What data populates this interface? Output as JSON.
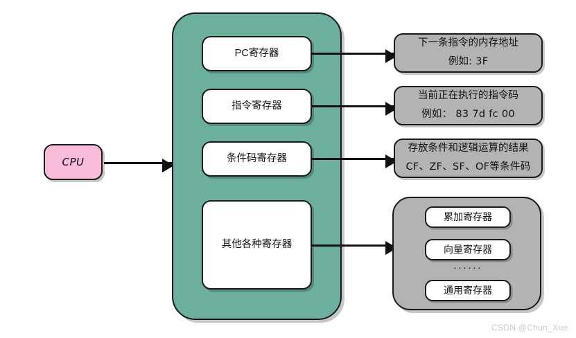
{
  "diagram": {
    "title": "CPU registers diagram",
    "watermark": "CSDN @Chun_Xue",
    "colors": {
      "teal": "#6DAF9E",
      "pink": "#F8BBD8",
      "gray": "#B3B3B3",
      "white": "#FFFFFF",
      "stroke": "#1A1A1A",
      "watermark": "#C9C9C9"
    },
    "cpu": {
      "label": "CPU"
    },
    "registers": [
      {
        "label": "PC寄存器"
      },
      {
        "label": "指令寄存器"
      },
      {
        "label": "条件码寄存器"
      },
      {
        "label": "其他各种寄存器"
      }
    ],
    "descriptions": [
      {
        "line1": "下一条指令的内存地址",
        "line2": "例如: 3F"
      },
      {
        "line1": "当前正在执行的指令码",
        "line2": "例如： 83 7d fc 00"
      },
      {
        "line1": "存放条件和逻辑运算的结果",
        "line2": "CF、ZF、SF、OF等条件码"
      }
    ],
    "other_registers_group": {
      "items": [
        {
          "label": "累加寄存器"
        },
        {
          "label": "向量寄存器"
        },
        {
          "label": "通用寄存器"
        }
      ],
      "ellipsis": "······"
    }
  }
}
